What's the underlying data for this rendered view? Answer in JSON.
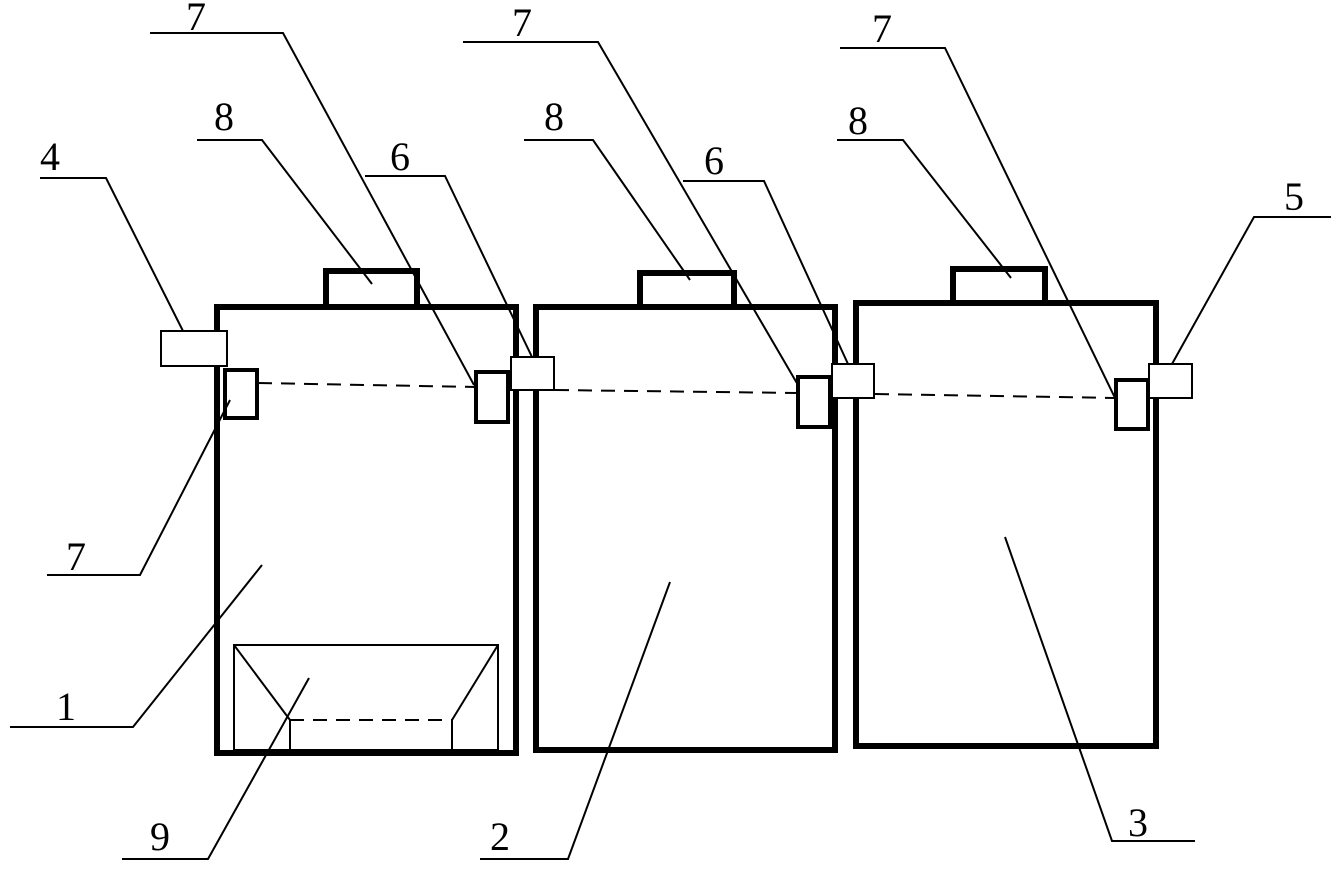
{
  "labels": {
    "tank_first": "1",
    "tank_second": "2",
    "tank_third": "3",
    "inlet_pipe": "4",
    "outlet_pipe": "5",
    "connector_1_2": "6",
    "connector_2_3": "6",
    "sensor_top_1": "7",
    "sensor_top_2": "7",
    "sensor_top_3": "7",
    "sensor_left_1": "7",
    "lid_1": "8",
    "lid_2": "8",
    "lid_3": "8",
    "filter_basket": "9"
  }
}
